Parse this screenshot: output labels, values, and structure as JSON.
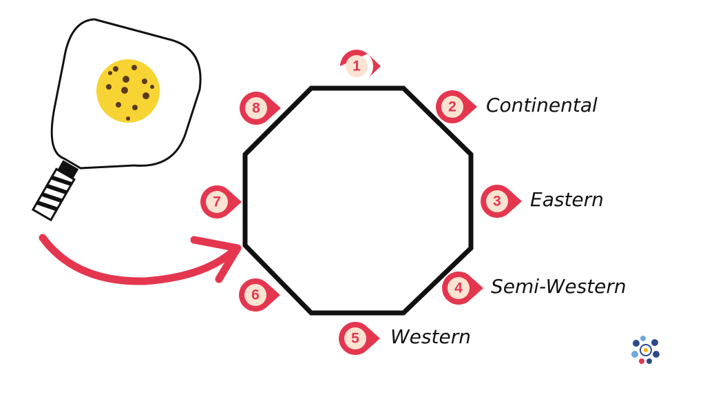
{
  "colors": {
    "accent": "#e5364f",
    "pin_inner": "#fbe3d2",
    "outline": "#111111",
    "ball": "#f7d433",
    "ball_holes": "#5a3a1a"
  },
  "diagram": {
    "positions": [
      {
        "number": "1",
        "label": ""
      },
      {
        "number": "2",
        "label": "Continental"
      },
      {
        "number": "3",
        "label": "Eastern"
      },
      {
        "number": "4",
        "label": "Semi-Western"
      },
      {
        "number": "5",
        "label": "Western"
      },
      {
        "number": "6",
        "label": ""
      },
      {
        "number": "7",
        "label": ""
      },
      {
        "number": "8",
        "label": ""
      }
    ]
  },
  "icons": {
    "paddle": "pickleball-paddle-icon",
    "ball": "pickleball-ball-icon",
    "arrow": "curved-arrow-icon",
    "logo": "sports-balls-logo-icon"
  }
}
